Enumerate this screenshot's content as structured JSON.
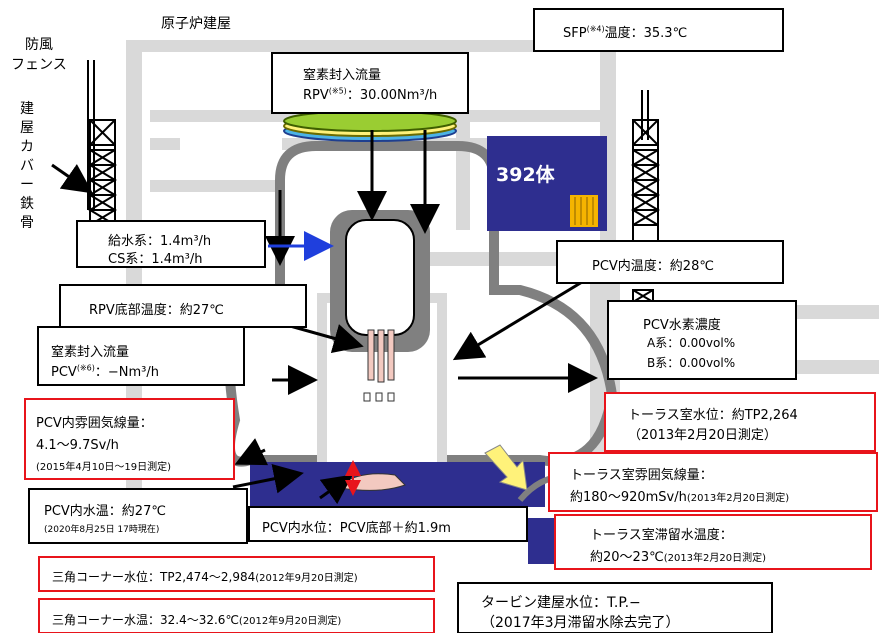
{
  "title": {
    "reactor_building": "原子炉建屋",
    "windbreak": [
      "防風",
      "フェンス"
    ],
    "cover_frame": "建屋カバー鉄骨"
  },
  "fuel_count": "392体",
  "sfp": {
    "prefix": "SFP",
    "note": "(※4)",
    "suffix": "温度：35.3℃"
  },
  "nitrogen_rpv": {
    "line1": "窒素封入流量",
    "prefix": "RPV",
    "note": "(※5)",
    "value": "：30.00Nm³/h"
  },
  "feedwater": {
    "line1": "給水系：1.4m³/h",
    "line2": "CS系：1.4m³/h"
  },
  "rpv_bottom_temp": "RPV底部温度：約27℃",
  "pcv_temp": "PCV内温度：約28℃",
  "nitrogen_pcv": {
    "line1": "窒素封入流量",
    "prefix": "PCV",
    "note": "(※6)",
    "value": "：−Nm³/h"
  },
  "hydrogen": {
    "line1": "PCV水素濃度",
    "line2": "A系：0.00vol%",
    "line3": "B系：0.00vol%"
  },
  "pcv_dose": {
    "line1": "PCV内雰囲気線量：",
    "line2": "4.1〜9.7Sv/h",
    "line3": "(2015年4月10日〜19日測定)"
  },
  "torus_level": {
    "line1": "トーラス室水位：約TP2,264",
    "line2": "（2013年2月20日測定）"
  },
  "torus_dose": {
    "line1": "トーラス室雰囲気線量：",
    "line2": "約180〜920mSv/h",
    "note": "(2013年2月20日測定)"
  },
  "pcv_water_temp": {
    "line1": "PCV内水温：約27℃",
    "line2": "(2020年8月25日 17時現在)"
  },
  "pcv_water_level": "PCV内水位：PCV底部＋約1.9m",
  "torus_water_temp": {
    "line1": "トーラス室滞留水温度：",
    "line2": "約20〜23℃",
    "note": "(2013年2月20日測定)"
  },
  "corner_level": {
    "main": "三角コーナー水位：TP2,474〜2,984",
    "note": "(2012年9月20日測定)"
  },
  "corner_temp": {
    "main": "三角コーナー水温：32.4〜32.6℃",
    "note": "(2012年9月20日測定)"
  },
  "turbine": {
    "line1": "タービン建屋水位：T.P.−",
    "line2": "（2017年3月滞留水除去完了）"
  },
  "colors": {
    "red_border": "#e8141b",
    "pool_blue": "#2e2e8f",
    "fuel_yellow": "#f5b400",
    "gray": "#d9d9d9"
  }
}
